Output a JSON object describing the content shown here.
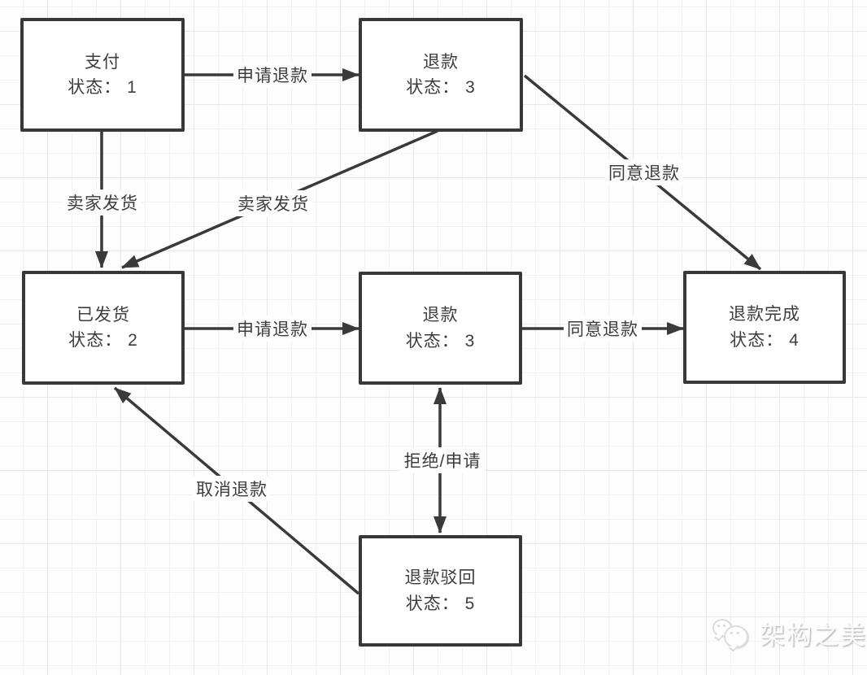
{
  "diagram": {
    "type": "state-machine-flowchart",
    "nodes": [
      {
        "id": "paid",
        "title": "支付",
        "state": "状态： 1"
      },
      {
        "id": "refund-top",
        "title": "退款",
        "state": "状态： 3"
      },
      {
        "id": "shipped",
        "title": "已发货",
        "state": "状态： 2"
      },
      {
        "id": "refund-mid",
        "title": "退款",
        "state": "状态： 3"
      },
      {
        "id": "refund-completed",
        "title": "退款完成",
        "state": "状态： 4"
      },
      {
        "id": "refund-rejected",
        "title": "退款驳回",
        "state": "状态： 5"
      }
    ],
    "edges": [
      {
        "from": "paid",
        "to": "refund-top",
        "label": "申请退款",
        "bidirectional": false
      },
      {
        "from": "paid",
        "to": "shipped",
        "label": "卖家发货",
        "bidirectional": false
      },
      {
        "from": "refund-top",
        "to": "shipped",
        "label": "卖家发货",
        "bidirectional": false
      },
      {
        "from": "refund-top",
        "to": "refund-completed",
        "label": "同意退款",
        "bidirectional": false
      },
      {
        "from": "shipped",
        "to": "refund-mid",
        "label": "申请退款",
        "bidirectional": false
      },
      {
        "from": "refund-mid",
        "to": "refund-completed",
        "label": "同意退款",
        "bidirectional": false
      },
      {
        "from": "refund-mid",
        "to": "refund-rejected",
        "label": "拒绝/申请",
        "bidirectional": true
      },
      {
        "from": "refund-rejected",
        "to": "shipped",
        "label": "取消退款",
        "bidirectional": false
      }
    ],
    "colors": {
      "stroke": "#3a3a3a",
      "node_border": "#383838",
      "node_bg": "#ffffff",
      "text": "#3d3d3d",
      "grid_line": "#f1f2f4"
    }
  },
  "watermark": {
    "text": "架构之美",
    "logo": "chat-bubbles-logo"
  }
}
